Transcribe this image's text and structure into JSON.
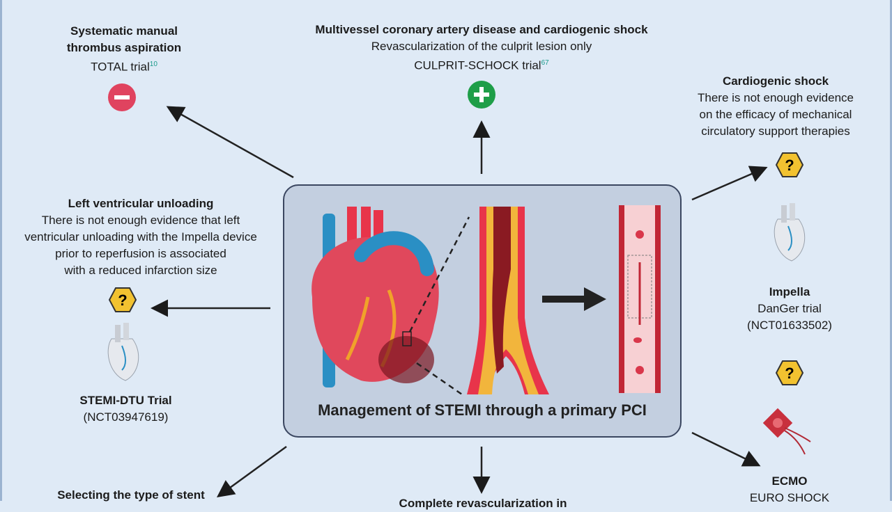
{
  "center": {
    "title": "Management of STEMI through a primary PCI"
  },
  "nodes": {
    "thrombus": {
      "title1": "Systematic manual",
      "title2": "thrombus aspiration",
      "trial": "TOTAL trial",
      "ref": "10",
      "verdict": "negative"
    },
    "multivessel": {
      "title": "Multivessel coronary artery disease and cardiogenic shock",
      "line": "Revascularization of the culprit lesion only",
      "trial": "CULPRIT-SCHOCK trial",
      "ref": "67",
      "verdict": "positive"
    },
    "shock": {
      "title": "Cardiogenic shock",
      "lines": [
        "There is not enough evidence",
        "on the efficacy of mechanical",
        "circulatory support therapies"
      ],
      "verdict": "uncertain"
    },
    "lvu": {
      "title": "Left ventricular unloading",
      "lines": [
        "There is not enough evidence that left",
        "ventricular unloading with the Impella device",
        "prior to reperfusion is associated",
        "with a reduced infarction size"
      ],
      "trial": "STEMI-DTU Trial",
      "id": "(NCT03947619)",
      "verdict": "uncertain"
    },
    "impella": {
      "title": "Impella",
      "trial": "DanGer trial",
      "id": "(NCT01633502)",
      "verdict": "uncertain"
    },
    "ecmo": {
      "title": "ECMO",
      "trial": "EURO SHOCK"
    },
    "stent": {
      "title": "Selecting the type of stent"
    },
    "complete": {
      "title": "Complete revascularization in"
    }
  },
  "colors": {
    "negative": "#e0435f",
    "positive": "#1e9e48",
    "uncertain": "#f2c230",
    "artery": "#e8344a",
    "vein": "#2a8fc4"
  }
}
